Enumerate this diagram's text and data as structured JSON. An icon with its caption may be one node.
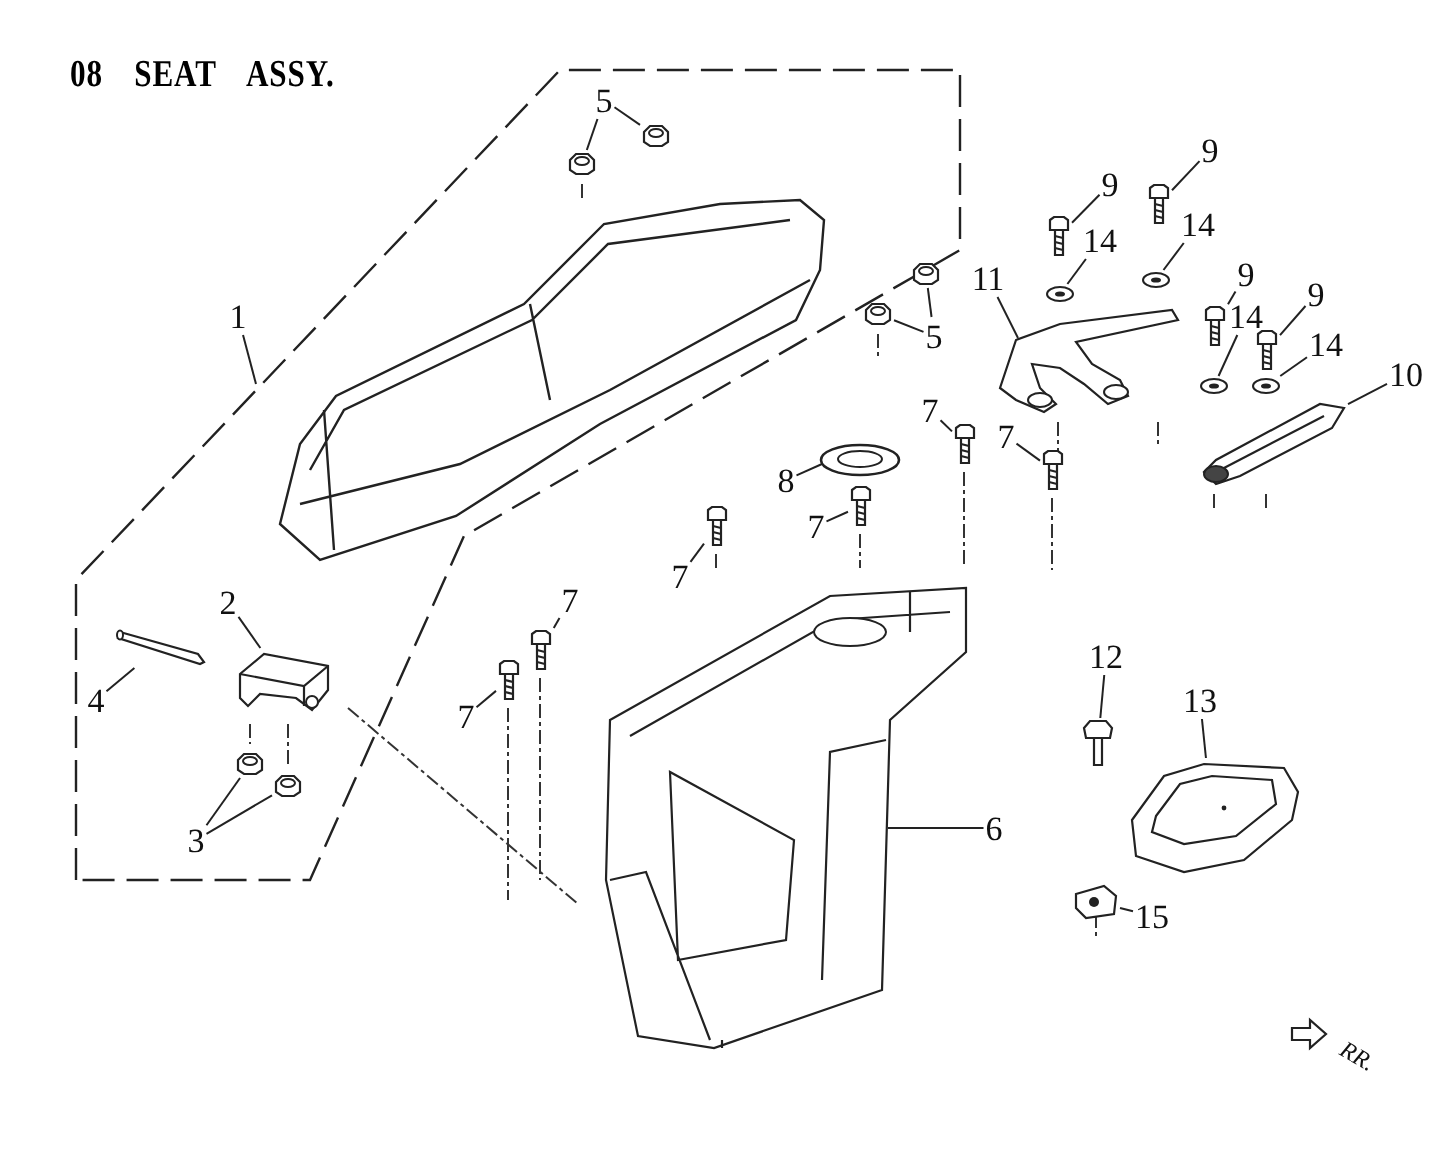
{
  "diagram": {
    "title": "08 SEAT ASSY.",
    "nodes": [
      {
        "text": [
          "5"
        ]
      },
      {
        "text": [
          "9"
        ]
      },
      {
        "text": [
          "9"
        ]
      },
      {
        "text": [
          "14"
        ]
      },
      {
        "text": [
          "14"
        ]
      },
      {
        "text": [
          "9"
        ]
      },
      {
        "text": [
          "11"
        ]
      },
      {
        "text": [
          "9"
        ]
      },
      {
        "text": [
          "1"
        ]
      },
      {
        "text": [
          "14"
        ]
      },
      {
        "text": [
          "5"
        ]
      },
      {
        "text": [
          "14"
        ]
      },
      {
        "text": [
          "10"
        ]
      },
      {
        "text": [
          "7"
        ]
      },
      {
        "text": [
          "7"
        ]
      },
      {
        "text": [
          "8"
        ]
      },
      {
        "text": [
          "7"
        ]
      },
      {
        "text": [
          "7"
        ]
      },
      {
        "text": [
          "2"
        ]
      },
      {
        "text": [
          "7"
        ]
      },
      {
        "text": [
          "12"
        ]
      },
      {
        "text": [
          "4"
        ]
      },
      {
        "text": [
          "13"
        ]
      },
      {
        "text": [
          "7"
        ]
      },
      {
        "text": [
          "6"
        ]
      },
      {
        "text": [
          "3"
        ]
      },
      {
        "text": [
          "15"
        ]
      },
      {
        "text": [],
        "shape": "picture"
      },
      {
        "text": [],
        "shape": "picture"
      },
      {
        "text": [],
        "shape": "picture"
      },
      {
        "text": [],
        "shape": "picture"
      },
      {
        "text": [],
        "shape": "picture"
      },
      {
        "text": [],
        "shape": "picture"
      },
      {
        "text": [],
        "shape": "picture"
      },
      {
        "text": [],
        "shape": "picture"
      },
      {
        "text": [],
        "shape": "picture"
      },
      {
        "text": [],
        "shape": "picture"
      },
      {
        "text": [],
        "shape": "picture"
      },
      {
        "text": [],
        "shape": "picture"
      },
      {
        "text": [],
        "shape": "picture"
      },
      {
        "text": [],
        "shape": "picture"
      },
      {
        "text": [],
        "shape": "picture"
      },
      {
        "text": [],
        "shape": "picture"
      },
      {
        "text": [],
        "shape": "picture"
      },
      {
        "text": [],
        "shape": "picture"
      },
      {
        "text": [],
        "shape": "picture"
      },
      {
        "text": [],
        "shape": "picture"
      },
      {
        "text": [],
        "shape": "picture"
      },
      {
        "text": [],
        "shape": "picture"
      },
      {
        "text": [],
        "shape": "picture"
      },
      {
        "text": [],
        "shape": "picture"
      },
      {
        "text": [],
        "shape": "picture"
      },
      {
        "text": [],
        "shape": "picture"
      },
      {
        "text": [],
        "shape": "picture"
      },
      {
        "text": [],
        "shape": "picture"
      },
      {
        "text": [],
        "shape": "picture"
      }
    ],
    "edges": [
      {
        "from": 0,
        "to": 27,
        "arrow": "none"
      },
      {
        "from": 0,
        "to": 28,
        "arrow": "none"
      },
      {
        "from": 10,
        "to": 29,
        "arrow": "none"
      },
      {
        "from": 10,
        "to": 30,
        "arrow": "none"
      },
      {
        "from": 2,
        "to": 31,
        "arrow": "none"
      },
      {
        "from": 1,
        "to": 32,
        "arrow": "none"
      },
      {
        "from": 5,
        "to": 33,
        "arrow": "none"
      },
      {
        "from": 7,
        "to": 34,
        "arrow": "none"
      },
      {
        "from": 4,
        "to": 35,
        "arrow": "none"
      },
      {
        "from": 3,
        "to": 36,
        "arrow": "none"
      },
      {
        "from": 9,
        "to": 37,
        "arrow": "none"
      },
      {
        "from": 11,
        "to": 38,
        "arrow": "none"
      },
      {
        "from": 6,
        "to": 39,
        "arrow": "none"
      },
      {
        "from": 12,
        "to": 40,
        "arrow": "none"
      },
      {
        "from": 13,
        "to": 41,
        "arrow": "none"
      },
      {
        "from": 14,
        "to": 42,
        "arrow": "none"
      },
      {
        "from": 16,
        "to": 43,
        "arrow": "none"
      },
      {
        "from": 17,
        "to": 44,
        "arrow": "none"
      },
      {
        "from": 19,
        "to": 45,
        "arrow": "none"
      },
      {
        "from": 23,
        "to": 46,
        "arrow": "none"
      },
      {
        "from": 15,
        "to": 47,
        "arrow": "none"
      },
      {
        "from": 18,
        "to": 48,
        "arrow": "none"
      },
      {
        "from": 21,
        "to": 49,
        "arrow": "none"
      },
      {
        "from": 25,
        "to": 50,
        "arrow": "none"
      },
      {
        "from": 25,
        "to": 51,
        "arrow": "none"
      },
      {
        "from": 24,
        "to": 52,
        "arrow": "none"
      },
      {
        "from": 20,
        "to": 53,
        "arrow": "none"
      },
      {
        "from": 22,
        "to": 54,
        "arrow": "none"
      },
      {
        "from": 26,
        "to": 55,
        "arrow": "none"
      },
      {
        "from": 8,
        "to": null,
        "arrow": "none"
      }
    ],
    "labels": [
      "RR."
    ]
  }
}
